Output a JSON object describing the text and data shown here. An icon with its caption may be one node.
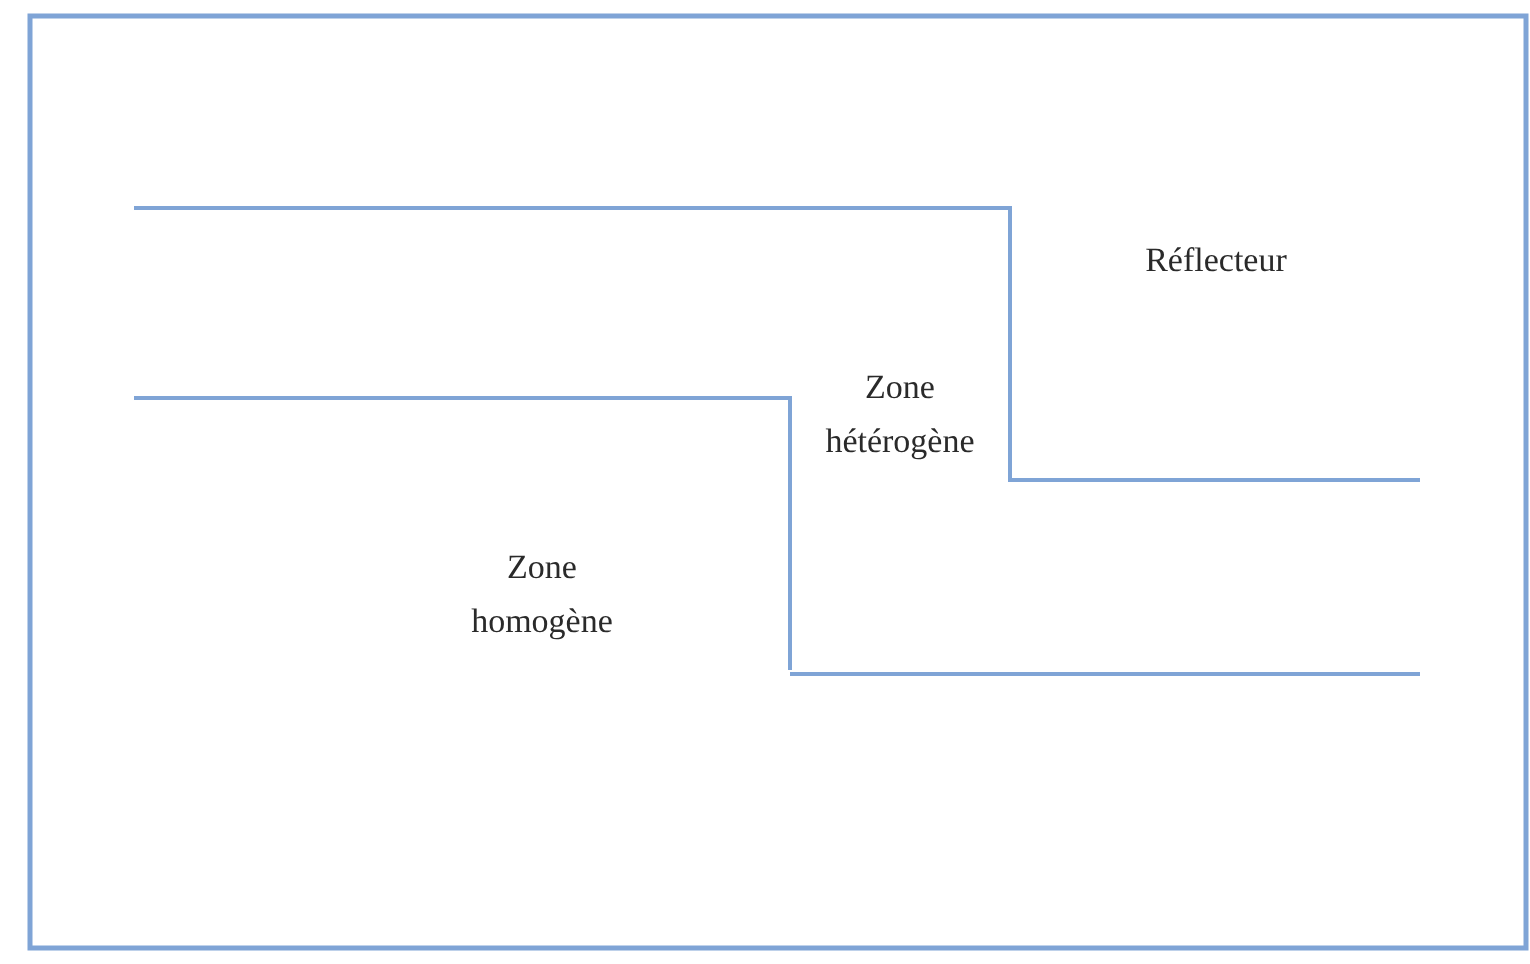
{
  "diagram": {
    "labels": [
      "Réflecteur",
      "Zone hétérogène",
      "Zone homogène"
    ]
  }
}
